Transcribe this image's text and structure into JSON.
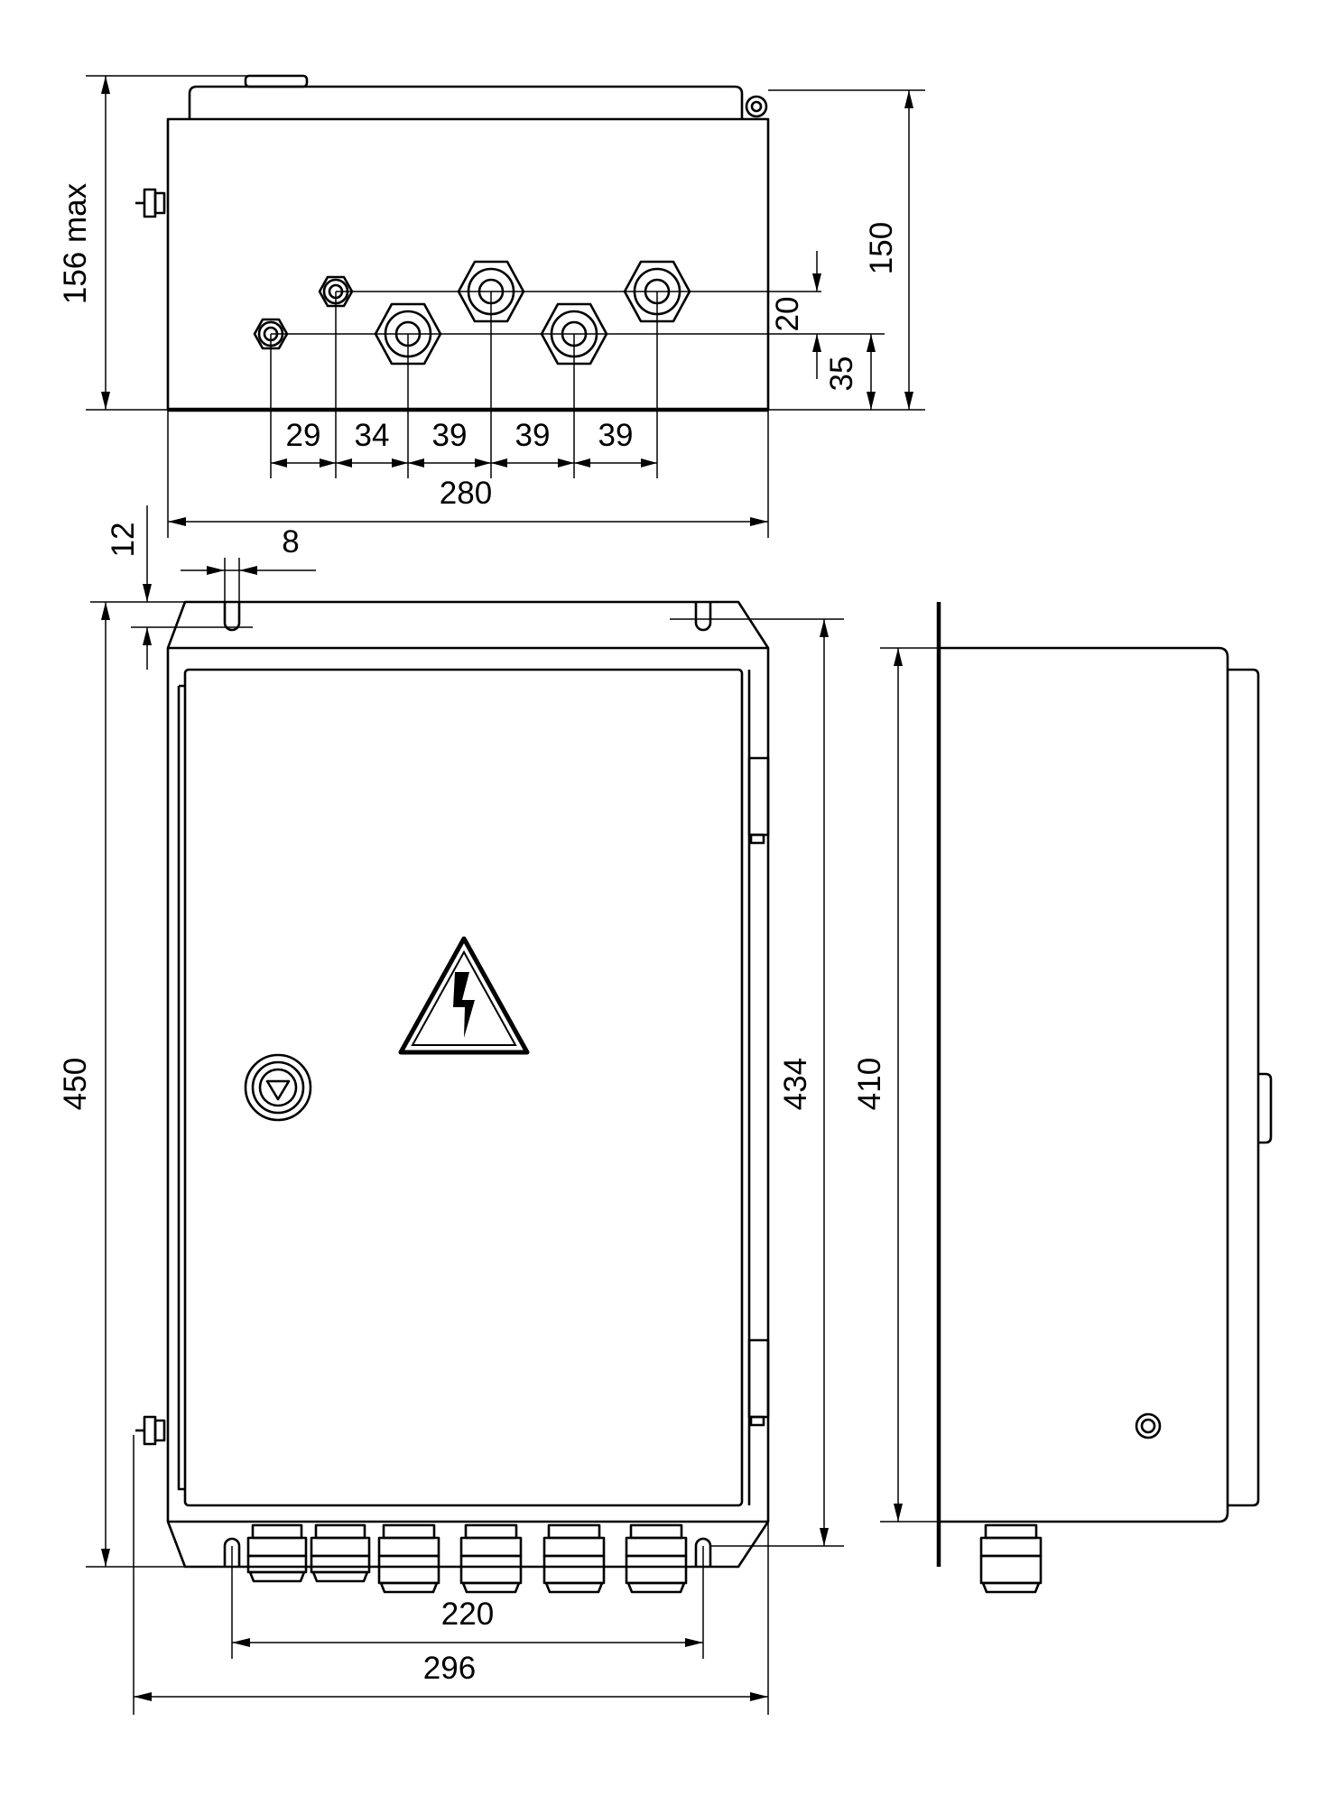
{
  "top_view": {
    "height_max_label": "156 max",
    "height_label": "150",
    "gland_vertical_offset_label": "20",
    "gland_row_height_label": "35",
    "gland_spacing_labels": [
      "29",
      "34",
      "39",
      "39",
      "39"
    ],
    "gland_span_label": "280"
  },
  "front_view": {
    "slot_height_label": "12",
    "slot_width_label": "8",
    "overall_height_label": "450",
    "inner_height_label": "434",
    "gland_span_label": "220",
    "overall_width_label": "296"
  },
  "side_view": {
    "body_height_label": "410"
  }
}
